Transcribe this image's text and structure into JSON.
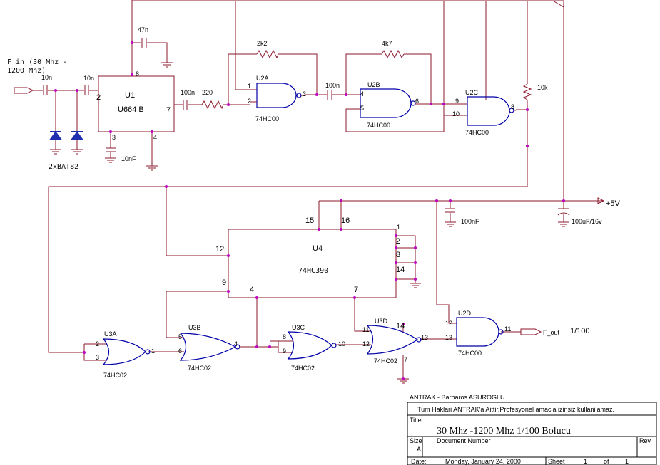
{
  "labels": {
    "f_in_line1": "F_in (30 Mhz -",
    "f_in_line2": "1200 Mhz)",
    "c_in1": "10n",
    "c_in2": "10n",
    "diodes": "2xBAT82",
    "c_47n": "47n",
    "u1_ref": "U1",
    "u1_part": "U664 B",
    "c_10nF": "10nF",
    "c_100n_a": "100n",
    "r_220": "220",
    "r_2k2": "2k2",
    "u2a_ref": "U2A",
    "u2a_part": "74HC00",
    "c_100n_b": "100n",
    "r_4k7": "4k7",
    "u2b_ref": "U2B",
    "u2b_part": "74HC00",
    "u2c_ref": "U2C",
    "u2c_part": "74HC00",
    "r_10k": "10k",
    "vcc": "+5V",
    "c_100nF": "100nF",
    "c_100uF": "100uF/16v",
    "u4_ref": "U4",
    "u4_part": "74HC390",
    "u3a_ref": "U3A",
    "u3a_part": "74HC02",
    "u3b_ref": "U3B",
    "u3b_part": "74HC02",
    "u3c_ref": "U3C",
    "u3c_part": "74HC02",
    "u3d_ref": "U3D",
    "u3d_part": "74HC02",
    "u2d_ref": "U2D",
    "u2d_part": "74HC00",
    "f_out": "F_out",
    "ratio": "1/100"
  },
  "pins": {
    "u1_2": "2",
    "u1_8": "8",
    "u1_7": "7",
    "u1_3": "3",
    "u1_4": "4",
    "u2a_1": "1",
    "u2a_2": "2",
    "u2a_3": "3",
    "u2b_4": "4",
    "u2b_5": "5",
    "u2b_6": "6",
    "u2c_9": "9",
    "u2c_10": "10",
    "u2c_8": "8",
    "u4_15": "15",
    "u4_16": "16",
    "u4_1": "1",
    "u4_2": "2",
    "u4_8": "8",
    "u4_14": "14",
    "u4_12": "12",
    "u4_9": "9",
    "u4_4": "4",
    "u4_7": "7",
    "u3a_2": "2",
    "u3a_3": "3",
    "u3a_1": "1",
    "u3b_5": "5",
    "u3b_6": "6",
    "u3b_4": "4",
    "u3c_8": "8",
    "u3c_9": "9",
    "u3c_10": "10",
    "u3d_11": "11",
    "u3d_12": "12",
    "u3d_13": "13",
    "u3d_14": "14",
    "u3d_7": "7",
    "u2d_12": "12",
    "u2d_13": "13",
    "u2d_11": "11"
  },
  "title_block": {
    "company": "ANTRAK - Barbaros ASUROGLU",
    "rights": "Tum Haklari ANTRAK'a Aittir.Profesyonel amacla izinsiz kullanilamaz.",
    "title_label": "Title",
    "title": "30 Mhz -1200 Mhz 1/100 Bolucu",
    "size_label": "Size",
    "size": "A",
    "docnum_label": "Document Number",
    "rev_label": "Rev",
    "date_label": "Date:",
    "date": "Monday, January 24, 2000",
    "sheet_label": "Sheet",
    "sheet_num": "1",
    "of_label": "of",
    "sheet_total": "1"
  }
}
